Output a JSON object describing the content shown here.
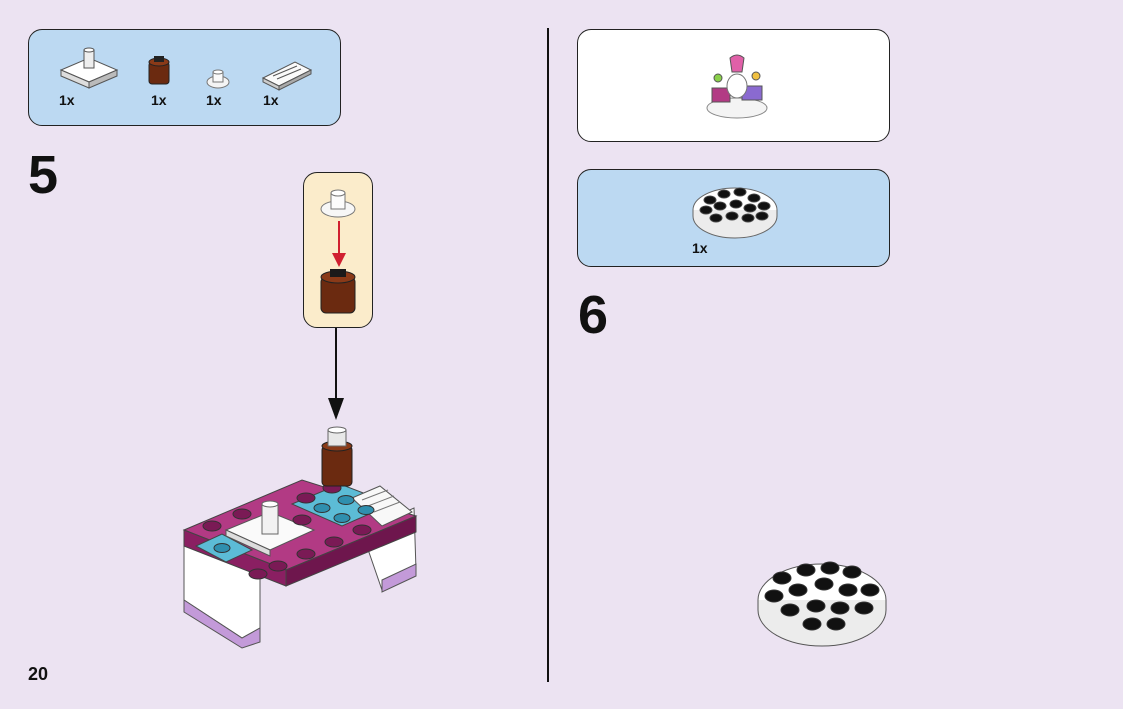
{
  "page_number": "20",
  "step5": {
    "number": "5",
    "parts": [
      {
        "qty": "1x",
        "icon": "white-tile-with-bottle-icon"
      },
      {
        "qty": "1x",
        "icon": "brown-round-brick-icon"
      },
      {
        "qty": "1x",
        "icon": "clear-round-cap-icon"
      },
      {
        "qty": "1x",
        "icon": "printed-tile-icon"
      }
    ]
  },
  "step6": {
    "number": "6",
    "parts": [
      {
        "qty": "1x",
        "icon": "white-round-plate-icon"
      }
    ]
  },
  "colors": {
    "background": "#ece3f2",
    "parts_box": "#bcd9f2",
    "subassembly_box": "#fbeccb",
    "magenta": "#a0256f",
    "light_blue": "#5cbcd6",
    "lavender": "#c39ad9"
  }
}
